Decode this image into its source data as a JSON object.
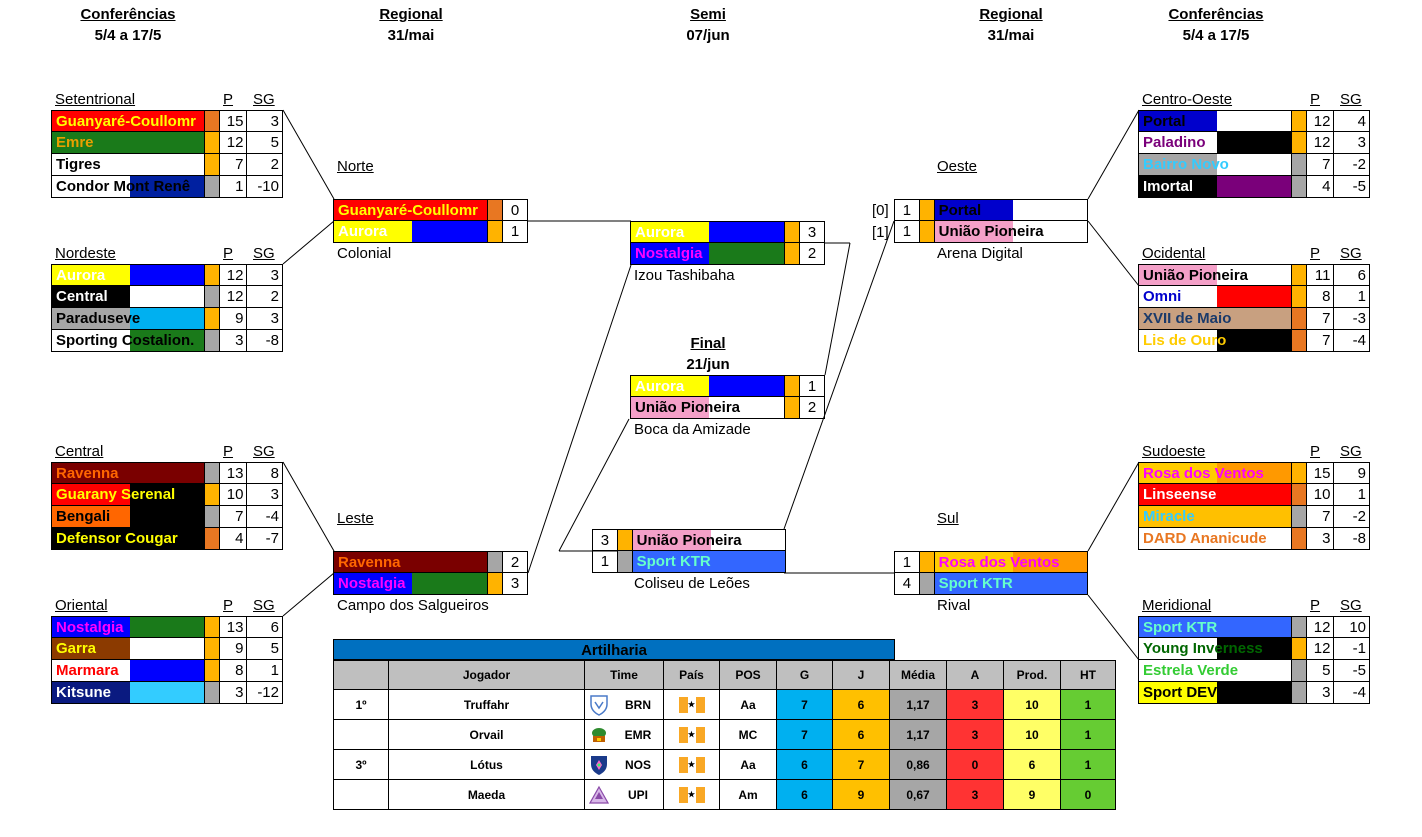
{
  "headers": [
    {
      "title": "Conferências",
      "date": "5/4 a 17/5"
    },
    {
      "title": "Regional",
      "date": "31/mai"
    },
    {
      "title": "Semi",
      "date": "07/jun"
    },
    {
      "title": "Regional",
      "date": "31/mai"
    },
    {
      "title": "Conferências",
      "date": "5/4 a 17/5"
    }
  ],
  "col_p": "P",
  "col_sg": "SG",
  "colors": {
    "orange": "#ffb300",
    "gray": "#a6a6a6",
    "darkorange": "#e87722"
  },
  "groups": [
    {
      "name": "Setentrional",
      "rows": [
        {
          "team": "Guanyaré-Coullomr",
          "fg": "#ffff00",
          "bg1": "#ff0000",
          "bg2": "#ff0000",
          "mark": "#e87722",
          "p": "15",
          "sg": "3"
        },
        {
          "team": "Emre",
          "fg": "#e8a000",
          "bg1": "#1a7a1a",
          "bg2": "#1a7a1a",
          "mark": "#ffb300",
          "p": "12",
          "sg": "5"
        },
        {
          "team": "Tigres",
          "fg": "#000000",
          "bg1": "#ffffff",
          "bg2": "#ffffff",
          "mark": "#ffb300",
          "p": "7",
          "sg": "2"
        },
        {
          "team": "Condor Mont Renê",
          "fg": "#000000",
          "bg1": "#ffffff",
          "bg2": "#0020a0",
          "mark": "#a6a6a6",
          "p": "1",
          "sg": "-10"
        }
      ]
    },
    {
      "name": "Nordeste",
      "rows": [
        {
          "team": "Aurora",
          "fg": "#ffffff",
          "bg1": "#ffff00",
          "bg2": "#0000ff",
          "mark": "#ffb300",
          "p": "12",
          "sg": "3"
        },
        {
          "team": "Central",
          "fg": "#ffffff",
          "bg1": "#000000",
          "bg2": "#ffffff",
          "mark": "#a6a6a6",
          "p": "12",
          "sg": "2"
        },
        {
          "team": "Paraduseve",
          "fg": "#000000",
          "bg1": "#a6a6a6",
          "bg2": "#00b0f0",
          "mark": "#ffb300",
          "p": "9",
          "sg": "3"
        },
        {
          "team": "Sporting Costalion.",
          "fg": "#000000",
          "bg1": "#ffffff",
          "bg2": "#1a7a1a",
          "mark": "#a6a6a6",
          "p": "3",
          "sg": "-8"
        }
      ]
    },
    {
      "name": "Central",
      "rows": [
        {
          "team": "Ravenna",
          "fg": "#ff6600",
          "bg1": "#7a0000",
          "bg2": "#7a0000",
          "mark": "#a6a6a6",
          "p": "13",
          "sg": "8"
        },
        {
          "team": "Guarany Serenal",
          "fg": "#ffff00",
          "bg1": "#ff0000",
          "bg2": "#000000",
          "mark": "#ffb300",
          "p": "10",
          "sg": "3"
        },
        {
          "team": "Bengali",
          "fg": "#000000",
          "bg1": "#ff6600",
          "bg2": "#000000",
          "mark": "#a6a6a6",
          "p": "7",
          "sg": "-4"
        },
        {
          "team": "Defensor Cougar",
          "fg": "#ffff00",
          "bg1": "#000000",
          "bg2": "#000000",
          "mark": "#e87722",
          "p": "4",
          "sg": "-7"
        }
      ]
    },
    {
      "name": "Oriental",
      "rows": [
        {
          "team": "Nostalgia",
          "fg": "#ff00ff",
          "bg1": "#0000ff",
          "bg2": "#1a7a1a",
          "mark": "#ffb300",
          "p": "13",
          "sg": "6"
        },
        {
          "team": "Garra",
          "fg": "#ffff00",
          "bg1": "#8b3a00",
          "bg2": "#ffffff",
          "mark": "#ffb300",
          "p": "9",
          "sg": "5"
        },
        {
          "team": "Marmara",
          "fg": "#ff0000",
          "bg1": "#ffffff",
          "bg2": "#0000ff",
          "mark": "#ffb300",
          "p": "8",
          "sg": "1"
        },
        {
          "team": "Kitsune",
          "fg": "#ffffff",
          "bg1": "#0a1a80",
          "bg2": "#33ccff",
          "mark": "#a6a6a6",
          "p": "3",
          "sg": "-12"
        }
      ]
    },
    {
      "name": "Centro-Oeste",
      "rows": [
        {
          "team": "Portal",
          "fg": "#000000",
          "bg1": "#0000cc",
          "bg2": "#ffffff",
          "mark": "#ffb300",
          "p": "12",
          "sg": "4"
        },
        {
          "team": "Paladino",
          "fg": "#7a007a",
          "bg1": "#ffffff",
          "bg2": "#000000",
          "mark": "#ffb300",
          "p": "12",
          "sg": "3"
        },
        {
          "team": "Bairro Novo",
          "fg": "#33ccff",
          "bg1": "#a6a6a6",
          "bg2": "#ffffff",
          "mark": "#a6a6a6",
          "p": "7",
          "sg": "-2"
        },
        {
          "team": "Imortal",
          "fg": "#ffffff",
          "bg1": "#000000",
          "bg2": "#7a007a",
          "mark": "#a6a6a6",
          "p": "4",
          "sg": "-5"
        }
      ]
    },
    {
      "name": "Ocidental",
      "rows": [
        {
          "team": "União Pioneira",
          "fg": "#000000",
          "bg1": "#f4a0c8",
          "bg2": "#ffffff",
          "mark": "#ffb300",
          "p": "11",
          "sg": "6"
        },
        {
          "team": "Omni",
          "fg": "#0000cc",
          "bg1": "#ffffff",
          "bg2": "#ff0000",
          "mark": "#ffb300",
          "p": "8",
          "sg": "1"
        },
        {
          "team": "XVII de Maio",
          "fg": "#1a3a6a",
          "bg1": "#c8a080",
          "bg2": "#c8a080",
          "mark": "#e87722",
          "p": "7",
          "sg": "-3"
        },
        {
          "team": "Lis de Ouro",
          "fg": "#ffcc00",
          "bg1": "#ffffff",
          "bg2": "#000000",
          "mark": "#e87722",
          "p": "7",
          "sg": "-4"
        }
      ]
    },
    {
      "name": "Sudoeste",
      "rows": [
        {
          "team": "Rosa dos Ventos",
          "fg": "#ff00ff",
          "bg1": "#ffcc00",
          "bg2": "#ff9900",
          "mark": "#ffb300",
          "p": "15",
          "sg": "9"
        },
        {
          "team": "Linseense",
          "fg": "#ffffff",
          "bg1": "#ff0000",
          "bg2": "#ff0000",
          "mark": "#e87722",
          "p": "10",
          "sg": "1"
        },
        {
          "team": "Miracle",
          "fg": "#33ccff",
          "bg1": "#ffc000",
          "bg2": "#ffc000",
          "mark": "#a6a6a6",
          "p": "7",
          "sg": "-2"
        },
        {
          "team": "DARD Ananicude",
          "fg": "#e87722",
          "bg1": "#ffffff",
          "bg2": "#ffffff",
          "mark": "#e87722",
          "p": "3",
          "sg": "-8"
        }
      ]
    },
    {
      "name": "Meridional",
      "rows": [
        {
          "team": "Sport KTR",
          "fg": "#66ffcc",
          "bg1": "#3366ff",
          "bg2": "#3366ff",
          "mark": "#a6a6a6",
          "p": "12",
          "sg": "10"
        },
        {
          "team": "Young Inverness",
          "fg": "#006600",
          "bg1": "#ffffff",
          "bg2": "#000000",
          "mark": "#ffb300",
          "p": "12",
          "sg": "-1"
        },
        {
          "team": "Estrela Verde",
          "fg": "#33cc33",
          "bg1": "#ffffff",
          "bg2": "#ffffff",
          "mark": "#a6a6a6",
          "p": "5",
          "sg": "-5"
        },
        {
          "team": "Sport DEV WYS",
          "fg": "#000000",
          "bg1": "#ffff00",
          "bg2": "#000000",
          "mark": "#a6a6a6",
          "p": "3",
          "sg": "-4"
        }
      ]
    }
  ],
  "regional_labels": {
    "norte": "Norte",
    "leste": "Leste",
    "oeste": "Oeste",
    "sul": "Sul"
  },
  "matches": {
    "norte": {
      "venue": "Colonial",
      "rows": [
        {
          "team": "Guanyaré-Coullomr",
          "fg": "#ffff00",
          "bg1": "#ff0000",
          "bg2": "#ff0000",
          "mark": "#e87722",
          "score": "0"
        },
        {
          "team": "Aurora",
          "fg": "#ffffff",
          "bg1": "#ffff00",
          "bg2": "#0000ff",
          "mark": "#ffb300",
          "score": "1"
        }
      ]
    },
    "leste": {
      "venue": "Campo dos Salgueiros",
      "rows": [
        {
          "team": "Ravenna",
          "fg": "#ff6600",
          "bg1": "#7a0000",
          "bg2": "#7a0000",
          "mark": "#a6a6a6",
          "score": "2"
        },
        {
          "team": "Nostalgia",
          "fg": "#ff00ff",
          "bg1": "#0000ff",
          "bg2": "#1a7a1a",
          "mark": "#ffb300",
          "score": "3"
        }
      ]
    },
    "semi1": {
      "venue": "Izou Tashibaha",
      "rows": [
        {
          "team": "Aurora",
          "fg": "#ffffff",
          "bg1": "#ffff00",
          "bg2": "#0000ff",
          "mark": "#ffb300",
          "score": "3"
        },
        {
          "team": "Nostalgia",
          "fg": "#ff00ff",
          "bg1": "#0000ff",
          "bg2": "#1a7a1a",
          "mark": "#ffb300",
          "score": "2"
        }
      ]
    },
    "final": {
      "title": "Final",
      "date": "21/jun",
      "venue": "Boca da Amizade",
      "rows": [
        {
          "team": "Aurora",
          "fg": "#ffffff",
          "bg1": "#ffff00",
          "bg2": "#0000ff",
          "mark": "#ffb300",
          "score": "1"
        },
        {
          "team": "União Pioneira",
          "fg": "#000000",
          "bg1": "#f4a0c8",
          "bg2": "#ffffff",
          "mark": "#ffb300",
          "score": "2"
        }
      ]
    },
    "semi2": {
      "venue": "Coliseu de Leões",
      "rows": [
        {
          "team": "União Pioneira",
          "fg": "#000000",
          "bg1": "#f4a0c8",
          "bg2": "#ffffff",
          "mark": "#ffb300",
          "score": "3"
        },
        {
          "team": "Sport KTR",
          "fg": "#66ffcc",
          "bg1": "#3366ff",
          "bg2": "#3366ff",
          "mark": "#a6a6a6",
          "score": "1"
        }
      ]
    },
    "oeste": {
      "venue": "Arena Digital",
      "rows": [
        {
          "team": "Portal",
          "fg": "#000000",
          "bg1": "#0000cc",
          "bg2": "#ffffff",
          "mark": "#ffb300",
          "score": "1",
          "agg": "[0]"
        },
        {
          "team": "União Pioneira",
          "fg": "#000000",
          "bg1": "#f4a0c8",
          "bg2": "#ffffff",
          "mark": "#ffb300",
          "score": "1",
          "agg": "[1]"
        }
      ]
    },
    "sul": {
      "venue": "Rival",
      "rows": [
        {
          "team": "Rosa dos Ventos",
          "fg": "#ff00ff",
          "bg1": "#ffcc00",
          "bg2": "#ff9900",
          "mark": "#ffb300",
          "score": "1"
        },
        {
          "team": "Sport KTR",
          "fg": "#66ffcc",
          "bg1": "#3366ff",
          "bg2": "#3366ff",
          "mark": "#a6a6a6",
          "score": "4"
        }
      ]
    }
  },
  "artilharia": {
    "title": "Artilharia",
    "columns": [
      "",
      "Jogador",
      "Time",
      "",
      "País",
      "POS",
      "G",
      "J",
      "Média",
      "A",
      "Prod.",
      "HT"
    ],
    "rows": [
      {
        "rank": "1º",
        "player": "Truffahr",
        "crest": "shield-blue-icon",
        "team": "BRN",
        "pos": "Aa",
        "g": "7",
        "j": "6",
        "media": "1,17",
        "a": "3",
        "prod": "10",
        "ht": "1"
      },
      {
        "rank": "",
        "player": "Orvail",
        "crest": "shield-green-icon",
        "team": "EMR",
        "pos": "MC",
        "g": "7",
        "j": "6",
        "media": "1,17",
        "a": "3",
        "prod": "10",
        "ht": "1"
      },
      {
        "rank": "3º",
        "player": "Lótus",
        "crest": "shield-navy-icon",
        "team": "NOS",
        "pos": "Aa",
        "g": "6",
        "j": "7",
        "media": "0,86",
        "a": "0",
        "prod": "6",
        "ht": "1"
      },
      {
        "rank": "",
        "player": "Maeda",
        "crest": "triangle-purple-icon",
        "team": "UPI",
        "pos": "Am",
        "g": "6",
        "j": "9",
        "media": "0,67",
        "a": "3",
        "prod": "9",
        "ht": "0"
      }
    ],
    "col_colors": {
      "g": "#00b0f0",
      "j": "#ffc000",
      "media": "#a6a6a6",
      "a": "#ff3333",
      "prod": "#ffff66",
      "ht": "#66cc33"
    }
  }
}
